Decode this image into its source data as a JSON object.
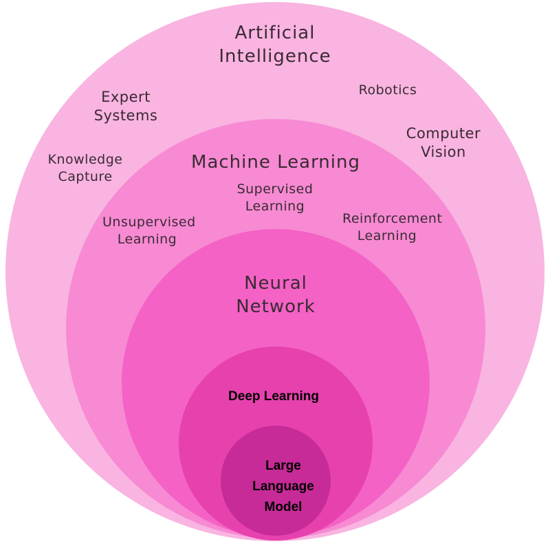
{
  "colors": {
    "artificial_intelligence": "#f9b4e1",
    "machine_learning": "#f78ad3",
    "neural_network": "#f462c5",
    "deep_learning": "#e641ad",
    "large_language_model": "#c62b97"
  },
  "labels": {
    "ai": "Artificial Intelligence",
    "expert_systems": "Expert Systems",
    "robotics": "Robotics",
    "computer_vision": "Computer Vision",
    "knowledge_capture": "Knowledge Capture",
    "machine_learning": "Machine Learning",
    "supervised": "Supervised Learning",
    "unsupervised": "Unsupervised Learning",
    "reinforcement": "Reinforcement Learning",
    "neural_network": "Neural Network",
    "deep_learning": "Deep Learning",
    "llm": "Large Language Model"
  }
}
